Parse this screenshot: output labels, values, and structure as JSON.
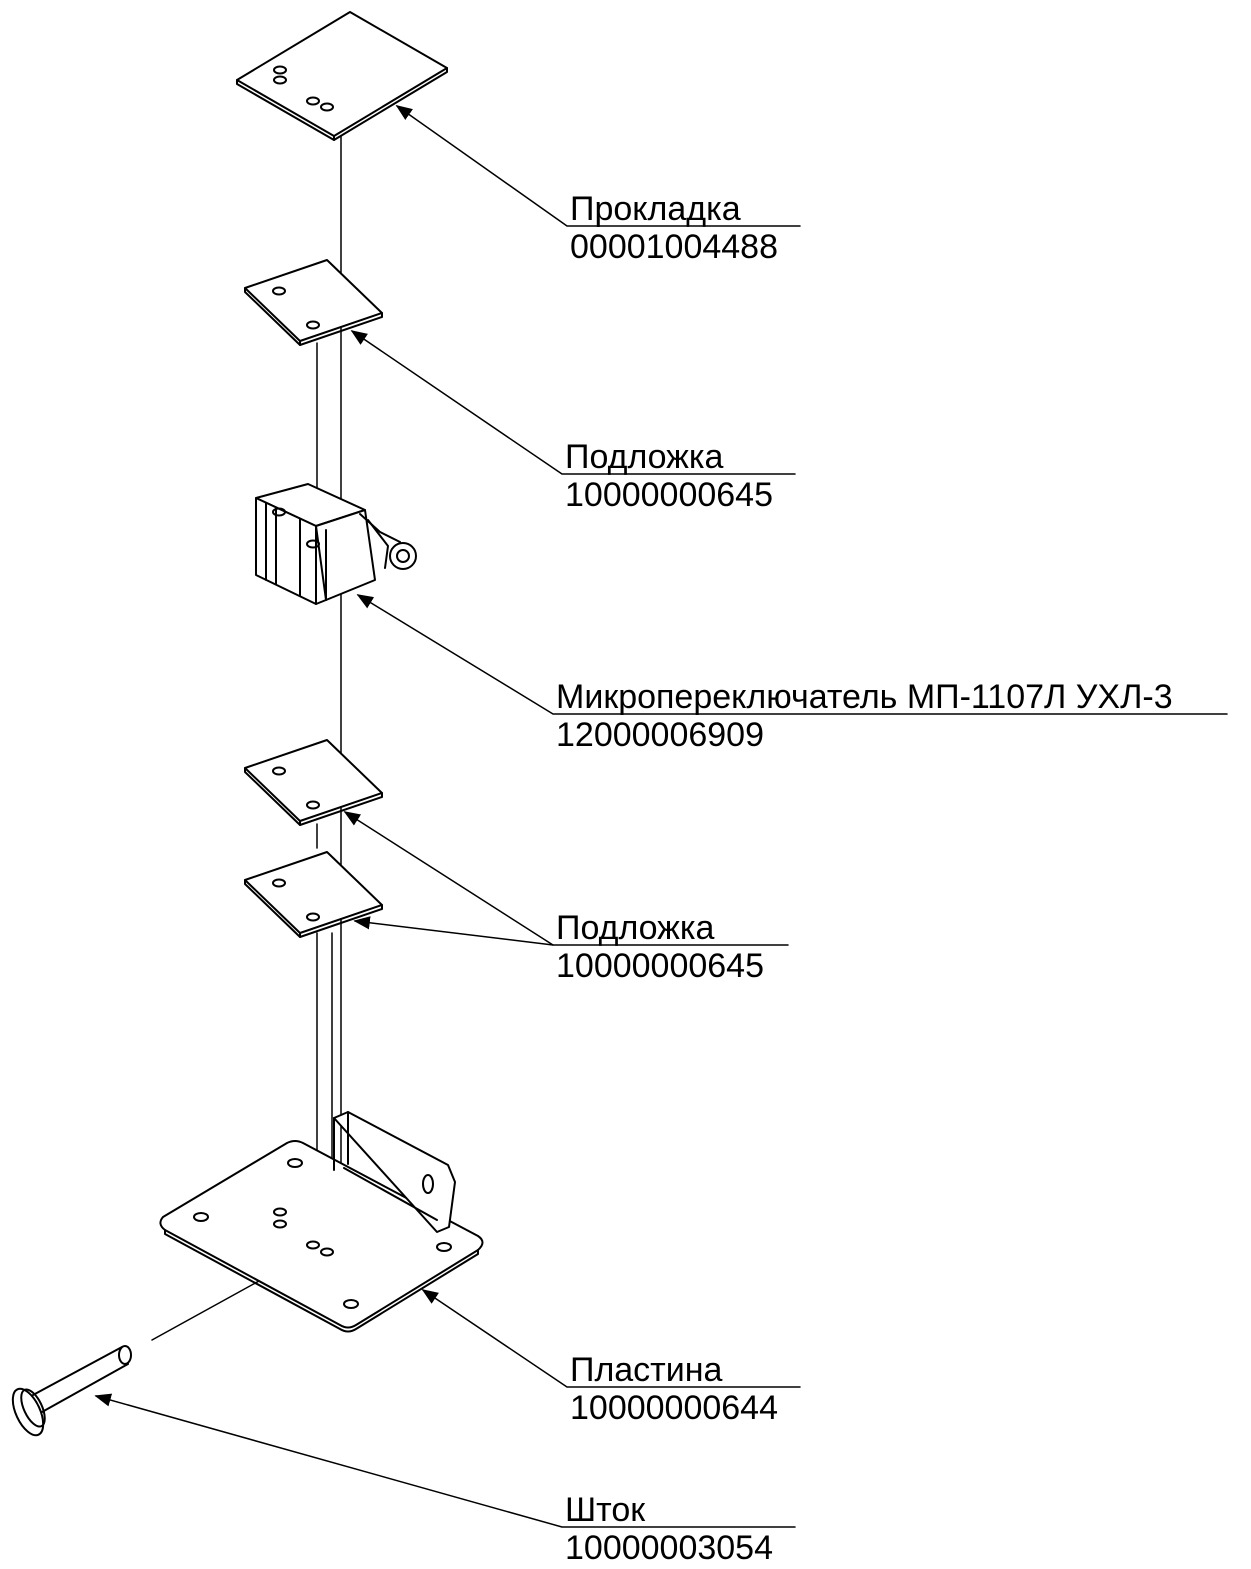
{
  "callouts": [
    {
      "name": "Прокладка",
      "code": "00001004488"
    },
    {
      "name": "Подложка",
      "code": "10000000645"
    },
    {
      "name": "Микропереключатель МП-1107Л УХЛ-3",
      "code": "12000006909"
    },
    {
      "name": "Подложка",
      "code": "10000000645"
    },
    {
      "name": "Пластина",
      "code": "10000000644"
    },
    {
      "name": "Шток",
      "code": "10000003054"
    }
  ]
}
